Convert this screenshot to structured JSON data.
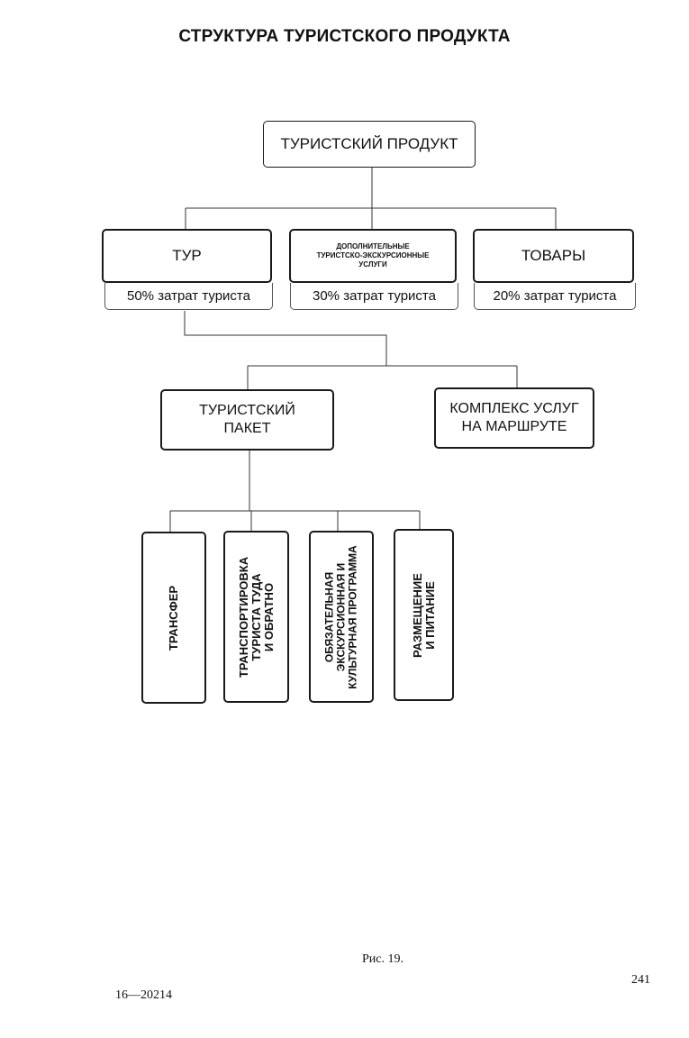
{
  "title": "СТРУКТУРА ТУРИСТСКОГО ПРОДУКТА",
  "root": {
    "label": "ТУРИСТСКИЙ ПРОДУКТ"
  },
  "level1": [
    {
      "label": "ТУР",
      "cost": "50% затрат туриста"
    },
    {
      "label": "ДОПОЛНИТЕЛЬНЫЕ\nТУРИСТСКО-ЭКСКУРСИОННЫЕ\nУСЛУГИ",
      "cost": "30% затрат туриста"
    },
    {
      "label": "ТОВАРЫ",
      "cost": "20% затрат туриста"
    }
  ],
  "level2": [
    {
      "label": "ТУРИСТСКИЙ\nПАКЕТ"
    },
    {
      "label": "КОМПЛЕКС УСЛУГ\nНА МАРШРУТЕ"
    }
  ],
  "level3": [
    {
      "label": "ТРАНСФЕР"
    },
    {
      "label": "ТРАНСПОРТИРОВКА\nТУРИСТА ТУДА\nИ ОБРАТНО"
    },
    {
      "label": "ОБЯЗАТЕЛЬНАЯ\nЭКСКУРСИОННАЯ И\nКУЛЬТУРНАЯ ПРОГРАММА"
    },
    {
      "label": "РАЗМЕЩЕНИЕ\nИ ПИТАНИЕ"
    }
  ],
  "caption": "Рис. 19.",
  "page_number": "241",
  "print_code": "16—20214"
}
